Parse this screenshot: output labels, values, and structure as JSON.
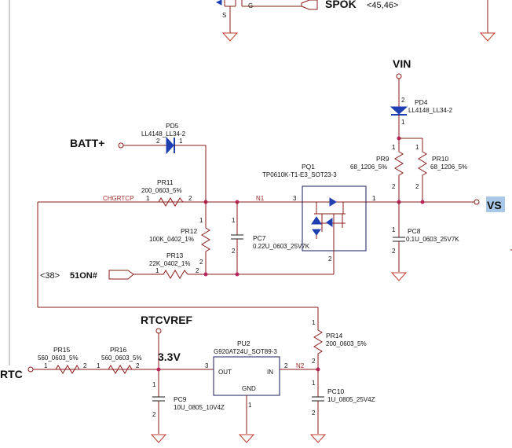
{
  "nets": {
    "spok": "SPOK",
    "spok_ref": "<45,46>",
    "vin": "VIN",
    "batt": "BATT+",
    "vs": "VS",
    "chgrtcp": "CHGRTCP",
    "n1": "N1",
    "n2": "N2",
    "rtcvref": "RTCVREF",
    "v33": "3.3V",
    "rtc": "RTC",
    "on_ref": "<38>",
    "on_net": "51ON#"
  },
  "components": {
    "pd4": {
      "ref": "PD4",
      "value": "LL4148_LL34-2"
    },
    "pd5": {
      "ref": "PD5",
      "value": "LL4148_LL34-2"
    },
    "pr9": {
      "ref": "PR9",
      "value": "68_1206_5%"
    },
    "pr10": {
      "ref": "PR10",
      "value": "68_1206_5%"
    },
    "pr11": {
      "ref": "PR11",
      "value": "200_0603_5%"
    },
    "pr12": {
      "ref": "PR12",
      "value": "100K_0402_1%"
    },
    "pr13": {
      "ref": "PR13",
      "value": "22K_0402_1%"
    },
    "pr14": {
      "ref": "PR14",
      "value": "200_0603_5%"
    },
    "pr15": {
      "ref": "PR15",
      "value": "560_0603_5%"
    },
    "pr16": {
      "ref": "PR16",
      "value": "560_0603_5%"
    },
    "pc7": {
      "ref": "PC7",
      "value": "0.22U_0603_25V7K"
    },
    "pc8": {
      "ref": "PC8",
      "value": "0.1U_0603_25V7K"
    },
    "pc9": {
      "ref": "PC9",
      "value": "10U_0805_10V4Z"
    },
    "pc10": {
      "ref": "PC10",
      "value": "1U_0805_25V4Z"
    },
    "pq1": {
      "ref": "PQ1",
      "value": "TP0610K-T1-E3_SOT23-3"
    },
    "pu2": {
      "ref": "PU2",
      "value": "G920AT24U_SOT89-3",
      "pin_out": "OUT",
      "pin_in": "IN",
      "pin_gnd": "GND"
    }
  },
  "pins": {
    "one": "1",
    "two": "2",
    "three": "3",
    "gate": "G",
    "s": "S"
  }
}
